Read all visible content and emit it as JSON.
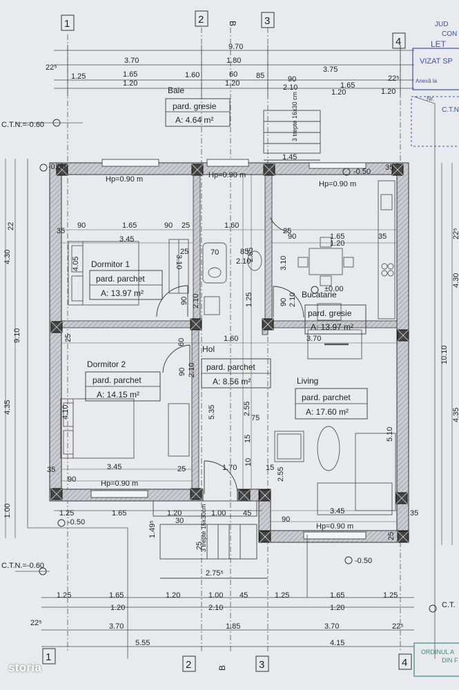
{
  "grid_markers": {
    "top": [
      "1",
      "2",
      "3",
      "4"
    ],
    "bottom": [
      "1",
      "2",
      "3",
      "4"
    ],
    "section_top": "B",
    "section_bottom": "B"
  },
  "dims_top": {
    "exp_22": "22⁵",
    "total": "9.70",
    "r1": [
      "3.70",
      "1.80",
      "3.75"
    ],
    "r2a": [
      "1.25",
      "1.65",
      "1.60",
      "60",
      "85",
      "90",
      "1.65",
      "1.20",
      "22⁵"
    ],
    "r2b": [
      "1.20",
      "1.20",
      "2.10",
      "1.20"
    ],
    "stair": "1.45",
    "stair_label": "3 trepte 16x30 cm"
  },
  "dims_bottom": {
    "r1": [
      "1.25",
      "1.65",
      "1.20",
      "1.00",
      "45",
      "1.25",
      "1.65",
      "1.25"
    ],
    "r1b": [
      "1.20",
      "2.10",
      "1.20"
    ],
    "r2": [
      "22⁵",
      "3.70",
      "1.85",
      "3.70",
      "22⁵"
    ],
    "r3": [
      "5.55",
      "4.15"
    ],
    "porch": "2.75⁵",
    "stair_label": "3 trepte 16x30cm",
    "upper_line": [
      "1.25",
      "1.65",
      "1.20",
      "1.00",
      "45"
    ],
    "p149": "1.49⁵",
    "p30": "30",
    "p25": "25"
  },
  "dims_left": [
    "22",
    "4.30",
    "9.10",
    "4.35",
    "1.00"
  ],
  "dims_right": [
    "22⁵",
    "4.30",
    "10.10",
    "4.35"
  ],
  "levels": {
    "ctn_top": "C.T.N.=-0.60",
    "ctn_bottom": "C.T.N.=-0.60",
    "ctn_right": "C.T.",
    "tl": "-0.50",
    "tr": "-0.50",
    "bl": "-0.50",
    "br": "-0.50",
    "zero": "±0.00"
  },
  "rooms": {
    "baie": {
      "name": "Baie",
      "floor": "pard. gresie",
      "area": "A: 4.64 m²"
    },
    "dormitor1": {
      "name": "Dormitor 1",
      "floor": "pard. parchet",
      "area": "A: 13.97 m²"
    },
    "bucatarie": {
      "name": "Bucatarie",
      "floor": "pard. gresie",
      "area": "A: 13.97 m²"
    },
    "hol": {
      "name": "Hol",
      "floor": "pard. parchet",
      "area": "A: 8.56 m²"
    },
    "dormitor2": {
      "name": "Dormitor 2",
      "floor": "pard. parchet",
      "area": "A: 14.15 m²"
    },
    "living": {
      "name": "Living",
      "floor": "pard. parchet",
      "area": "A: 17.60 m²"
    }
  },
  "windows": {
    "w_d1": "Hp=0.90 m",
    "w_baie": "Hp=0.90 m",
    "w_buc": "Hp=0.90 m",
    "w_d2": "Hp=0.90 m",
    "w_liv": "Hp=0.90 m"
  },
  "inner_dims": {
    "d1_row": [
      "35",
      "90",
      "1.65",
      "90",
      "25"
    ],
    "d1_w": "3.45",
    "d1_h": "4.05",
    "baie_row": [
      "1.60"
    ],
    "baie_inner": [
      "3.10",
      "2.85",
      "70",
      "85",
      "2.10",
      "25",
      "25"
    ],
    "buc_row": [
      "35",
      "90",
      "1.65",
      "1.20",
      "35"
    ],
    "buc_h": "3.10",
    "door_d1": [
      "90",
      "2.10"
    ],
    "door_buc": [
      "90",
      "2.10"
    ],
    "hol_row": [
      "1.60",
      "3.70",
      "25",
      "60"
    ],
    "door_d2": [
      "90",
      "2.10"
    ],
    "d2_h": "4.10",
    "d2_w": "3.45",
    "d2_bottom": [
      "35",
      "90",
      "25"
    ],
    "hol_v": [
      "1.25",
      "5.35",
      "2.55",
      "75",
      "15",
      "10",
      "1.70",
      "15",
      "2.55"
    ],
    "liv_h": "5.10",
    "liv_w": "3.45",
    "liv_bottom": [
      "90",
      "35",
      "25"
    ]
  },
  "stamps": {
    "tr1": "JUD",
    "tr2": "CON",
    "tr3": "LET",
    "tr4": "VIZAT SP",
    "tr5": "Anexă la",
    "tr6": "Nr.",
    "tr7": "C.T.N",
    "br1": "ORDINUL A",
    "br2": "DIN F"
  },
  "watermark": "storia"
}
